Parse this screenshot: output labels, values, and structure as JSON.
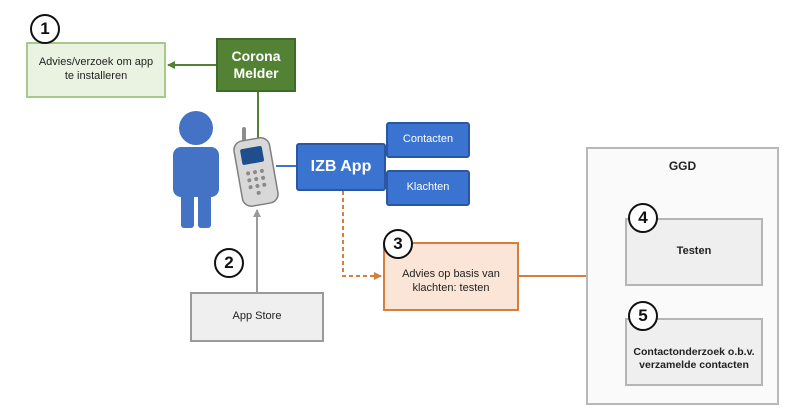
{
  "steps": {
    "one": "1",
    "two": "2",
    "three": "3",
    "four": "4",
    "five": "5"
  },
  "boxes": {
    "advies_install": "Advies/verzoek om app te installeren",
    "corona_melder": "Corona Melder",
    "izb_app": "IZB App",
    "contacten": "Contacten",
    "klachten": "Klachten",
    "advies_testen": "Advies op basis van klachten: testen",
    "app_store": "App Store",
    "ggd": "GGD",
    "testen": "Testen",
    "contactonderzoek": "Contactonderzoek o.b.v. verzamelde contacten"
  },
  "icons": {
    "person": "person-icon",
    "phone": "mobile-phone-icon"
  },
  "colors": {
    "green_dark": "#548235",
    "green_light": "#eaf3e2",
    "blue": "#3b73d1",
    "orange": "#d57f3f",
    "orange_light": "#fbe5d6",
    "gray": "#9a9a9a"
  }
}
